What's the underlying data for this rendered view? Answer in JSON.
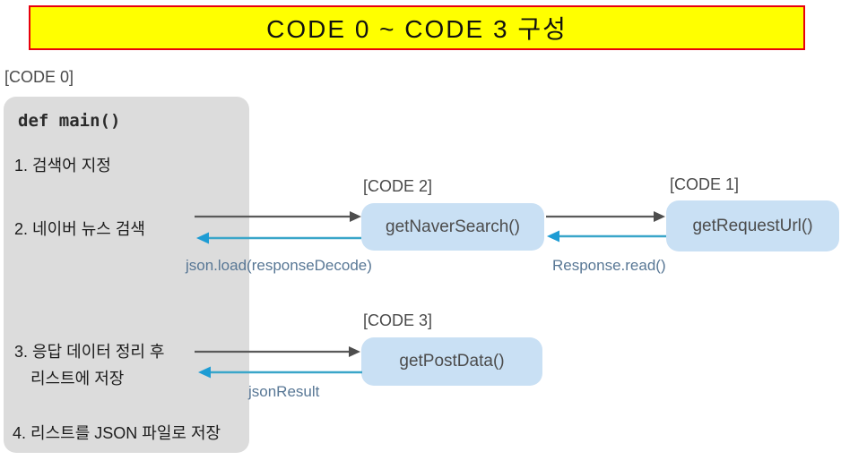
{
  "banner": {
    "title": "CODE 0 ~ CODE 3 구성"
  },
  "main_box": {
    "label": "[CODE 0]",
    "signature": "def main()",
    "steps": {
      "s1": "1. 검색어 지정",
      "s2": "2. 네이버 뉴스 검색",
      "s3a": "3. 응답 데이터 정리 후",
      "s3b": "리스트에 저장",
      "s4": "4. 리스트를 JSON 파일로 저장"
    }
  },
  "nodes": {
    "code2": {
      "label": "[CODE 2]",
      "function": "getNaverSearch()"
    },
    "code1": {
      "label": "[CODE 1]",
      "function": "getRequestUrl()"
    },
    "code3": {
      "label": "[CODE 3]",
      "function": "getPostData()"
    }
  },
  "edge_labels": {
    "json_load": "json.load(responseDecode)",
    "response_read": "Response.read()",
    "json_result": "jsonResult"
  },
  "colors": {
    "banner_bg": "#ffff00",
    "banner_border": "#e8000d",
    "main_box_bg": "#dcdcdc",
    "node_bg": "#c9e0f4",
    "arrow_forward": "#5a5a5a",
    "arrow_return": "#24a2d2",
    "edge_label_text": "#587795"
  }
}
